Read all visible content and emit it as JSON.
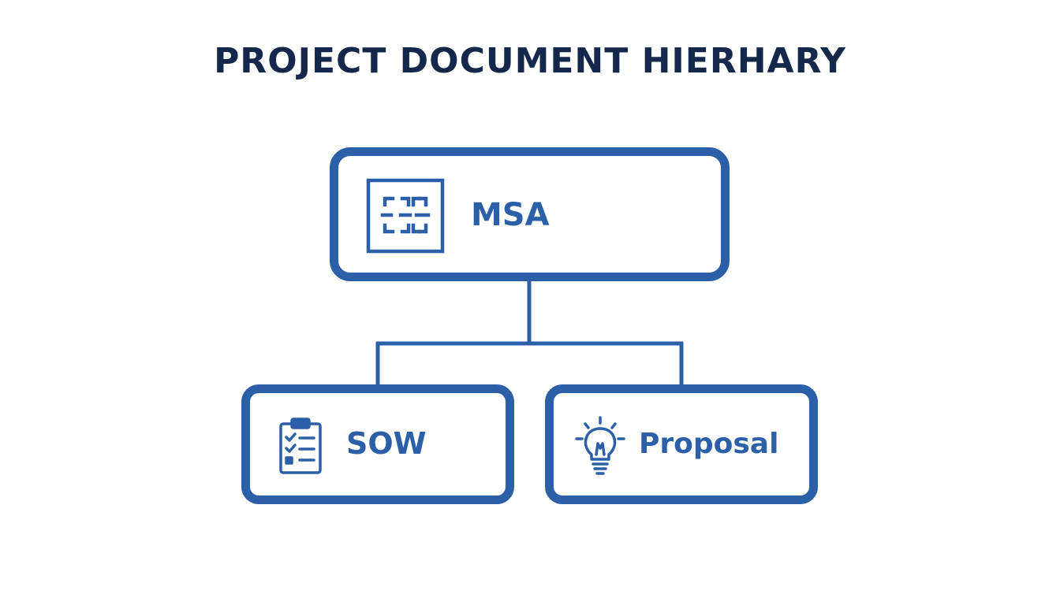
{
  "title": "PROJECT DOCUMENT HIERHARY",
  "colors": {
    "title": "#13284b",
    "accent": "#2b5fa8",
    "background": "#ffffff"
  },
  "nodes": {
    "msa": {
      "label": "MSA",
      "icon": "document-frame-icon"
    },
    "sow": {
      "label": "SOW",
      "icon": "clipboard-checklist-icon"
    },
    "proposal": {
      "label": "Proposal",
      "icon": "lightbulb-icon"
    }
  },
  "edges": [
    {
      "from": "MSA",
      "to": "SOW"
    },
    {
      "from": "MSA",
      "to": "Proposal"
    }
  ]
}
